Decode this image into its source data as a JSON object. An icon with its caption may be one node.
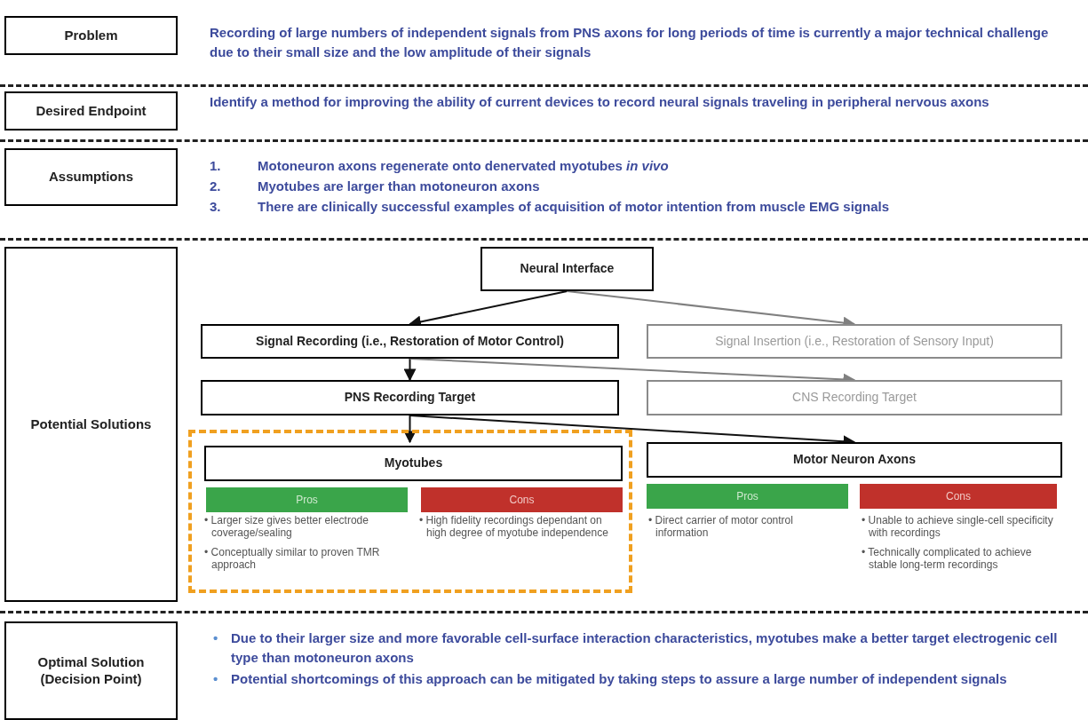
{
  "diagram": {
    "nodes": [
      {
        "text": [
          "Problem"
        ]
      },
      {
        "text": [
          "Desired Endpoint"
        ]
      },
      {
        "text": [
          "Assumptions"
        ]
      },
      {
        "text": [
          "Potential Solutions"
        ]
      },
      {
        "text": [
          "Neural Interface"
        ]
      },
      {
        "text": [
          "Signal Recording (i.e., Restoration of Motor Control)"
        ]
      },
      {
        "text": [
          "Signal Insertion (i.e., Restoration of Sensory Input)"
        ]
      },
      {
        "text": [
          "PNS Recording Target"
        ]
      },
      {
        "text": [
          "CNS Recording Target"
        ]
      },
      {
        "text": [],
        "shape": "box"
      },
      {
        "text": [
          "Myotubes"
        ],
        "in": 9
      },
      {
        "text": [
          "Pros"
        ],
        "in": 9,
        "beside": [
          "• Larger size gives better electrode coverage/sealing",
          "• Conceptually similar to proven TMR approach"
        ]
      },
      {
        "text": [
          "Cons"
        ],
        "in": 9,
        "beside": [
          "• High fidelity recordings dependant on high degree of myotube independence"
        ]
      },
      {
        "text": [
          "Motor Neuron Axons"
        ]
      },
      {
        "text": [
          "Pros"
        ],
        "beside": [
          "• Direct carrier of motor control information"
        ]
      },
      {
        "text": [
          "Cons"
        ],
        "beside": [
          "• Unable to achieve single-cell specificity with recordings",
          "• Technically complicated to achieve stable long-term recordings"
        ]
      },
      {
        "text": [
          "Optimal Solution (Decision Point)"
        ]
      }
    ],
    "edges": [
      {
        "from": 4,
        "to": 5,
        "arrow": "to"
      },
      {
        "from": 4,
        "to": 6,
        "arrow": "to",
        "color": "#808080"
      },
      {
        "from": 5,
        "to": 7,
        "arrow": "to"
      },
      {
        "from": 5,
        "to": 8,
        "arrow": "to",
        "color": "#808080"
      },
      {
        "from": 7,
        "to": 10,
        "arrow": "to"
      },
      {
        "from": 7,
        "to": 13,
        "arrow": "to"
      }
    ],
    "labels": [
      "Recording of large numbers of independent signals from PNS axons for long periods of time is currently a major technical challenge due to their small size and the low amplitude of their signals",
      "Identify a method for improving the ability of current devices to record neural signals traveling in peripheral nervous axons",
      "1.",
      "Motoneuron axons regenerate onto denervated myotubes *in vivo*",
      "2.",
      "Myotubes are larger than motoneuron axons",
      "3.",
      "There are clinically successful examples of acquisition of motor intention from muscle EMG signals",
      "•",
      "Due to their larger size and more favorable cell-surface interaction characteristics, myotubes make a better target electrogenic cell type than motoneuron axons",
      "•",
      "Potential shortcomings of this approach can be mitigated by taking steps to assure a large number of independent signals"
    ]
  }
}
